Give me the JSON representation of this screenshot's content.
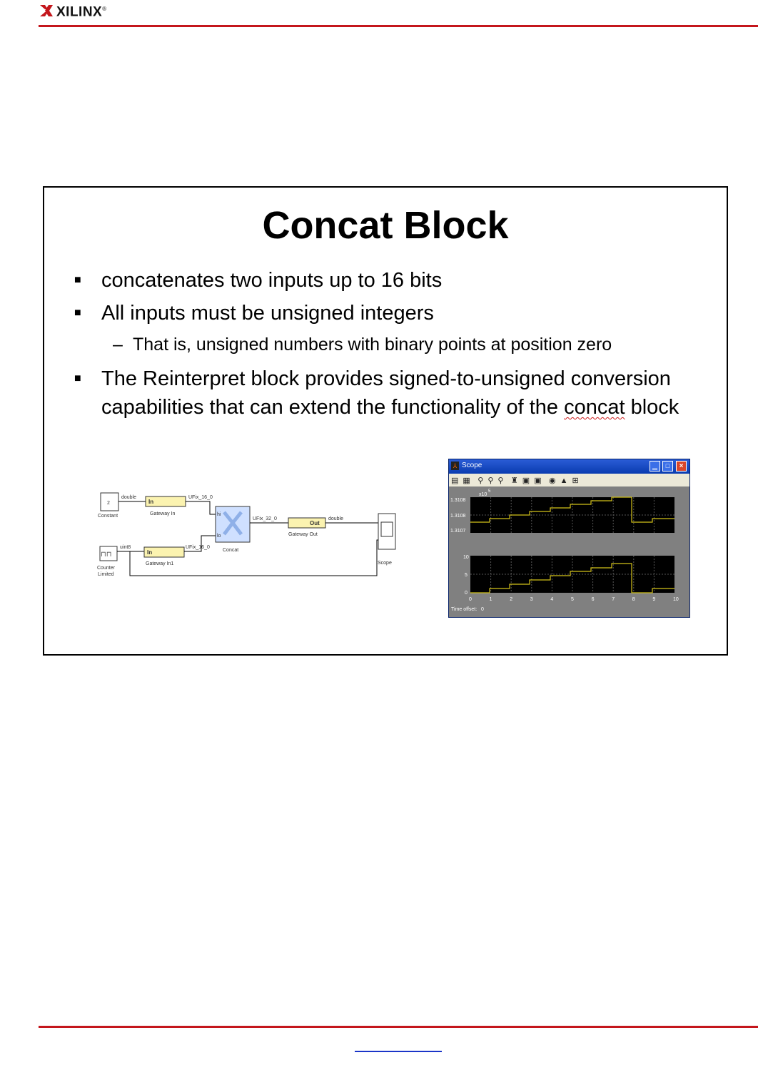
{
  "header": {
    "logo_text": "XILINX",
    "logo_reg": "®"
  },
  "slide": {
    "title": "Concat Block",
    "bullets": [
      "concatenates two inputs up to 16 bits",
      "All inputs must be unsigned integers"
    ],
    "sub_bullet": "That is, unsigned numbers with binary points at position zero",
    "bullet3_line1": "The Reinterpret block provides signed-to-unsigned conversion",
    "bullet3_line2_a": "capabilities that can extend the functionality of the ",
    "bullet3_line2_b": "concat",
    "bullet3_line2_c": " block"
  },
  "diagram": {
    "constant_value": "2",
    "constant_label": "Constant",
    "gateway_in_label": "Gateway In",
    "gateway_in1_label": "Gateway In1",
    "in_text": "In",
    "out_text": "Out",
    "gateway_out_label": "Gateway Out",
    "concat_label": "Concat",
    "counter_label_1": "Counter",
    "counter_label_2": "Limited",
    "scope_label": "Scope",
    "sig_double_1": "double",
    "sig_ufix_top": "UFix_16_0",
    "sig_uint": "uint8",
    "sig_ufix_bottom": "UFix_16_0",
    "sig_ufix32": "UFix_32_0",
    "sig_double_2": "double",
    "port_hi": "hi",
    "port_lo": "lo"
  },
  "scope_window": {
    "title": "Scope",
    "exponent": "x10",
    "exponent_power": "5",
    "top_ticks": [
      "1.3108",
      "1.3108",
      "1.3107"
    ],
    "bottom_ticks": [
      "10",
      "5",
      "0"
    ],
    "x_ticks": [
      "0",
      "1",
      "2",
      "3",
      "4",
      "5",
      "6",
      "7",
      "8",
      "9",
      "10"
    ],
    "footer_label": "Time offset:",
    "footer_value": "0",
    "trace_color": "#d4c21a"
  }
}
